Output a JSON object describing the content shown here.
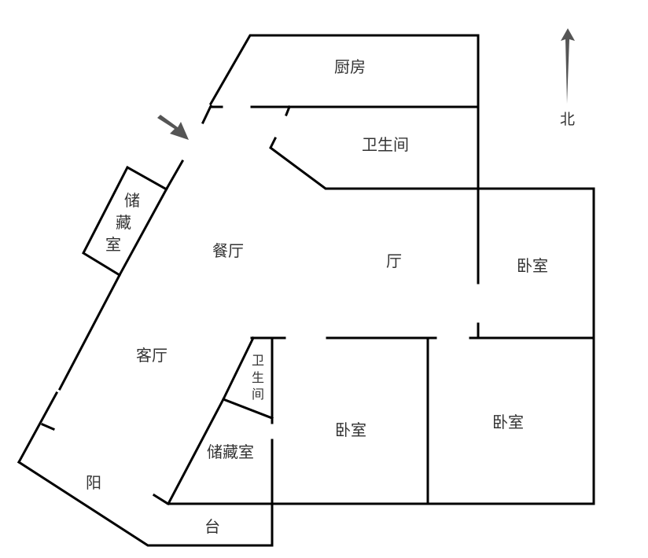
{
  "rooms": {
    "kitchen": "厨房",
    "bathroom_top": "卫生间",
    "storage_left_1": "储",
    "storage_left_2": "藏",
    "storage_left_3": "室",
    "dining": "餐厅",
    "hall": "厅",
    "bedroom_ne": "卧室",
    "living": "客厅",
    "bathroom_small_1": "卫",
    "bathroom_small_2": "生",
    "bathroom_small_3": "间",
    "storage_room": "储藏室",
    "bedroom_mid": "卧室",
    "bedroom_se": "卧室",
    "balcony_1": "阳",
    "balcony_2": "台"
  },
  "compass": {
    "label": "北",
    "color": "#555555"
  },
  "entrance_arrow_color": "#555555"
}
